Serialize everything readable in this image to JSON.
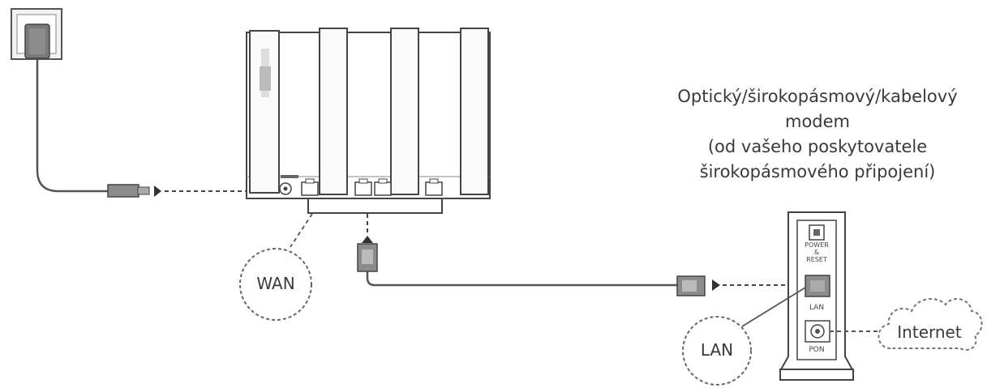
{
  "modem": {
    "caption_lines": [
      "Optický/širokopásmový/kabelový",
      "modem",
      "(od vašeho poskytovatele",
      "širokopásmového připojení)"
    ],
    "power_reset_lines": [
      "POWER",
      "&",
      "RESET"
    ],
    "lan_port_label": "LAN",
    "pon_port_label": "PON"
  },
  "labels": {
    "wan": "WAN",
    "lan": "LAN",
    "internet": "Internet"
  }
}
